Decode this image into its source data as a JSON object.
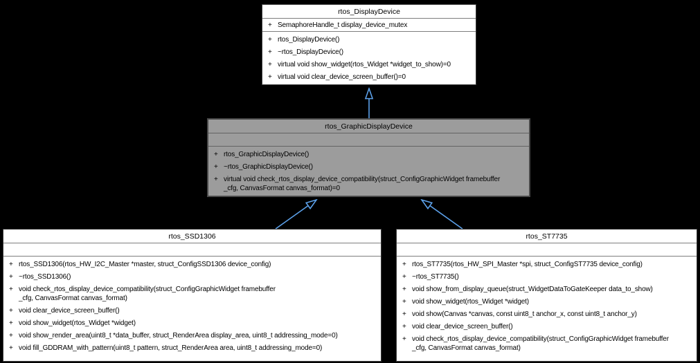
{
  "diagram": {
    "type": "uml-class-inheritance",
    "background": "#000000",
    "arrow_color": "#5ca1ea",
    "box_fill": "#ffffff",
    "highlight_fill": "#9c9c9c",
    "member_prefix": "+"
  },
  "classes": {
    "display_device": {
      "name": "rtos_DisplayDevice",
      "attributes": [
        [
          "SemaphoreHandle_t display_device_mutex"
        ]
      ],
      "methods": [
        [
          "rtos_DisplayDevice()"
        ],
        [
          "~rtos_DisplayDevice()"
        ],
        [
          "virtual void show_widget(rtos_Widget *widget_to_show)=0"
        ],
        [
          "virtual void clear_device_screen_buffer()=0"
        ]
      ]
    },
    "graphic_display_device": {
      "name": "rtos_GraphicDisplayDevice",
      "attributes": [],
      "methods": [
        [
          "rtos_GraphicDisplayDevice()"
        ],
        [
          "~rtos_GraphicDisplayDevice()"
        ],
        [
          "virtual void check_rtos_display_device_compatibility(struct_ConfigGraphicWidget framebuffer",
          "_cfg, CanvasFormat canvas_format)=0"
        ]
      ]
    },
    "ssd1306": {
      "name": "rtos_SSD1306",
      "attributes": [],
      "methods": [
        [
          "rtos_SSD1306(rtos_HW_I2C_Master *master, struct_ConfigSSD1306 device_config)"
        ],
        [
          "~rtos_SSD1306()"
        ],
        [
          "void check_rtos_display_device_compatibility(struct_ConfigGraphicWidget framebuffer",
          "_cfg, CanvasFormat canvas_format)"
        ],
        [
          "void clear_device_screen_buffer()"
        ],
        [
          "void show_widget(rtos_Widget *widget)"
        ],
        [
          "void show_render_area(uint8_t *data_buffer, struct_RenderArea display_area, uint8_t addressing_mode=0)"
        ],
        [
          "void fill_GDDRAM_with_pattern(uint8_t pattern, struct_RenderArea area, uint8_t addressing_mode=0)"
        ]
      ]
    },
    "st7735": {
      "name": "rtos_ST7735",
      "attributes": [],
      "methods": [
        [
          "rtos_ST7735(rtos_HW_SPI_Master *spi, struct_ConfigST7735 device_config)"
        ],
        [
          "~rtos_ST7735()"
        ],
        [
          "void show_from_display_queue(struct_WidgetDataToGateKeeper data_to_show)"
        ],
        [
          "void show_widget(rtos_Widget *widget)"
        ],
        [
          "void show(Canvas *canvas, const uint8_t anchor_x, const uint8_t anchor_y)"
        ],
        [
          "void clear_device_screen_buffer()"
        ],
        [
          "void check_rtos_display_device_compatibility(struct_ConfigGraphicWidget framebuffer",
          "_cfg, CanvasFormat canvas_format)"
        ]
      ]
    }
  }
}
